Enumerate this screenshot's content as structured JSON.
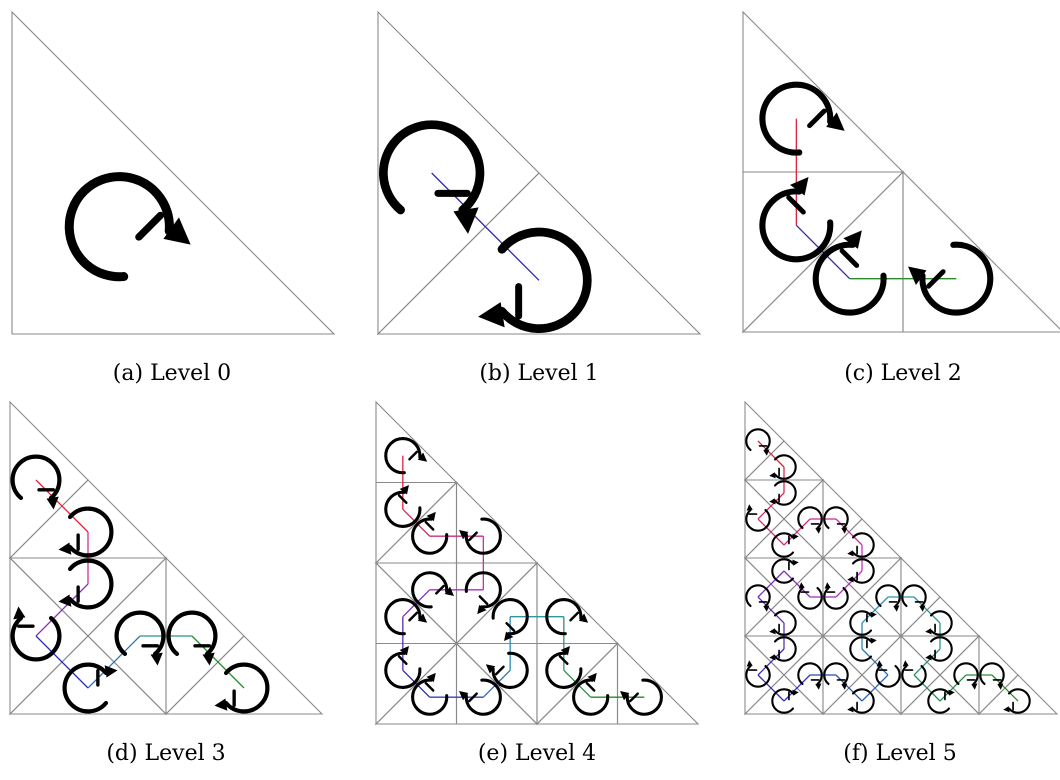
{
  "panels": [
    {
      "id": "a",
      "caption": "(a) Level 0",
      "level": 0
    },
    {
      "id": "b",
      "caption": "(b) Level 1",
      "level": 1
    },
    {
      "id": "c",
      "caption": "(c) Level 2",
      "level": 2
    },
    {
      "id": "d",
      "caption": "(d) Level 3",
      "level": 3
    },
    {
      "id": "e",
      "caption": "(e) Level 4",
      "level": 4
    },
    {
      "id": "f",
      "caption": "(f) Level 5",
      "level": 5
    }
  ],
  "colors": {
    "grid": "#8a8a8a",
    "curve_start": "#e0203a",
    "curve_mid1": "#c030c0",
    "curve_mid2": "#2a2ab8",
    "curve_mid3": "#2a9ab0",
    "curve_end": "#2a8a2a",
    "glyph": "#000000"
  },
  "glyph_icon": "circular-arrow-icon"
}
